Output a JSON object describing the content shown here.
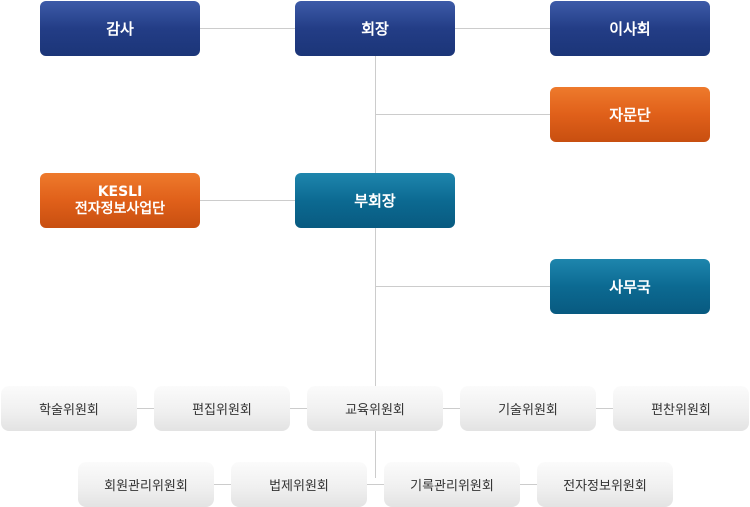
{
  "top": {
    "audit": "감사",
    "chairman": "회장",
    "board": "이사회"
  },
  "advisory": "자문단",
  "kesli": {
    "line1": "KESLI",
    "line2": "전자정보사업단"
  },
  "vice_chairman": "부회장",
  "secretariat": "사무국",
  "committees_row1": [
    "학술위원회",
    "편집위원회",
    "교육위원회",
    "기술위원회",
    "편찬위원회"
  ],
  "committees_row2": [
    "회원관리위원회",
    "법제위원회",
    "기록관리위원회",
    "전자정보위원회"
  ],
  "colors": {
    "navy": "#233d86",
    "orange": "#e0601a",
    "teal": "#0c6a92",
    "line": "#cccccc",
    "grey_box": "#f0f0f0"
  }
}
